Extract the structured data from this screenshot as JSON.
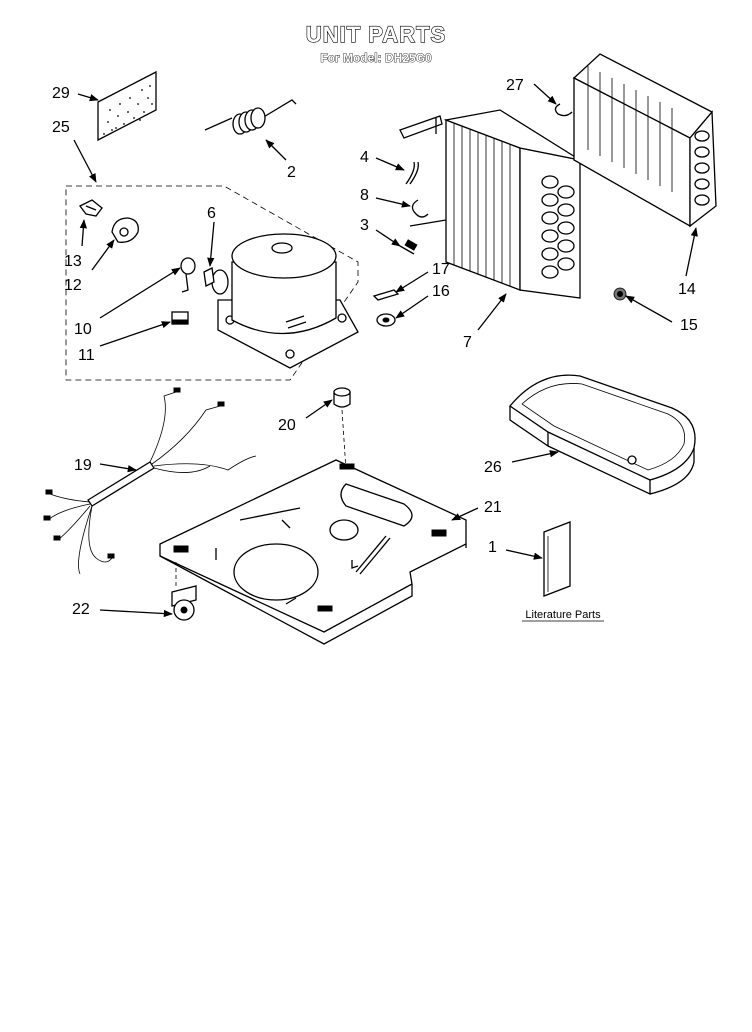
{
  "title": "UNIT PARTS",
  "subtitle": "For Model: DH25G0",
  "literature_label": "Literature Parts",
  "callouts": {
    "p1": "1",
    "p2": "2",
    "p3": "3",
    "p4": "4",
    "p6": "6",
    "p7": "7",
    "p8": "8",
    "p10": "10",
    "p11": "11",
    "p12": "12",
    "p13": "13",
    "p14": "14",
    "p15": "15",
    "p16": "16",
    "p17": "17",
    "p19": "19",
    "p20": "20",
    "p21": "21",
    "p22": "22",
    "p25": "25",
    "p26": "26",
    "p27": "27",
    "p29": "29"
  }
}
